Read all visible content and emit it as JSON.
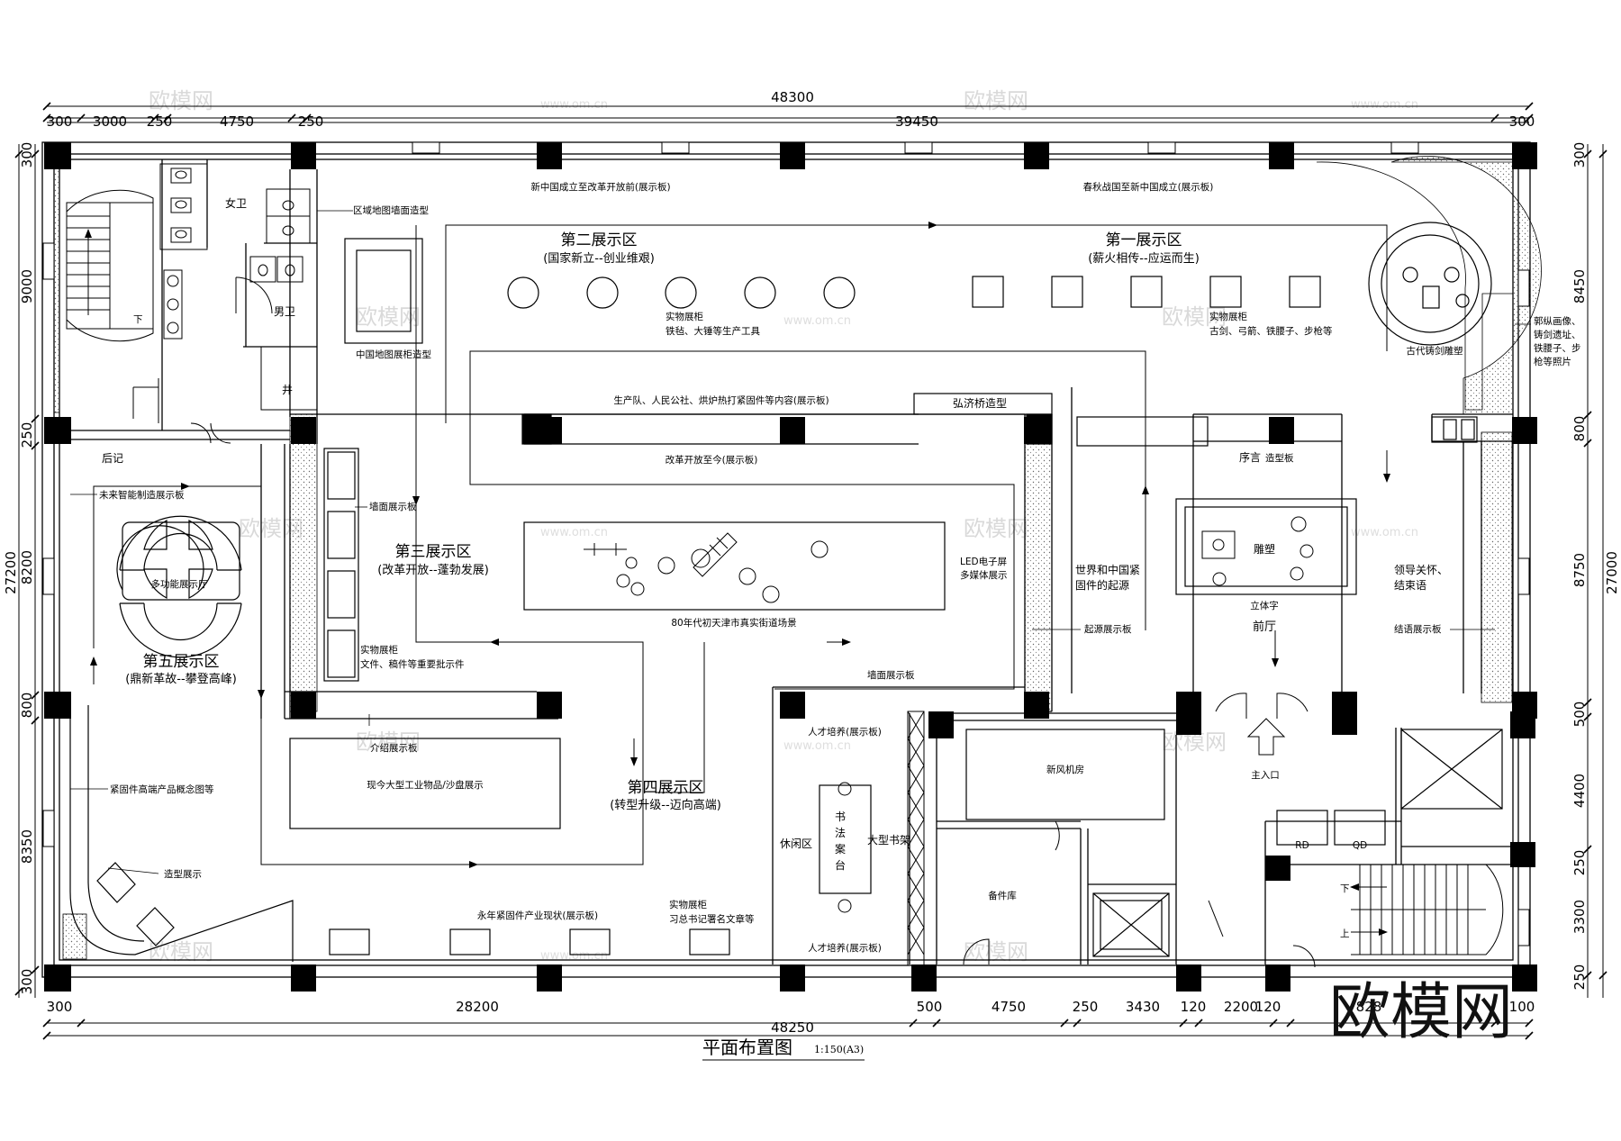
{
  "title": "平面布置图",
  "scale": "1:150(A3)",
  "watermark": "欧模网",
  "watermark_url": "www.om.cn",
  "dims": {
    "top_total": "48300",
    "top": [
      "300",
      "3000",
      "250",
      "4750",
      "250",
      "39450",
      "300"
    ],
    "bottom_total": "48250",
    "bottom": [
      "300",
      "28200",
      "500",
      "4750",
      "250",
      "3430",
      "120",
      "2200",
      "120",
      "828",
      "100"
    ],
    "left_total": "27200",
    "left": [
      "300",
      "9000",
      "250",
      "8200",
      "800",
      "8350",
      "300"
    ],
    "right_total": "27000",
    "right": [
      "300",
      "8450",
      "800",
      "8750",
      "500",
      "4400",
      "250",
      "3300",
      "250"
    ]
  },
  "zones": {
    "zone1": {
      "title": "第一展示区",
      "sub": "(薪火相传--应运而生)"
    },
    "zone2": {
      "title": "第二展示区",
      "sub": "(国家新立--创业维艰)"
    },
    "zone3": {
      "title": "第三展示区",
      "sub": "(改革开放--蓬勃发展)"
    },
    "zone4": {
      "title": "第四展示区",
      "sub": "(转型升级--迈向高端)"
    },
    "zone5": {
      "title": "第五展示区",
      "sub": "(鼎新革故--攀登高峰)"
    }
  },
  "labels": {
    "board_new_china": "新中国成立至改革开放前(展示板)",
    "board_spring_autumn": "春秋战国至新中国成立(展示板)",
    "regional_map_wall": "区域地图墙面造型",
    "china_map_cabinet": "中国地图展柜造型",
    "cabinet1_a": "实物展柜",
    "cabinet1_b": "古剑、弓箭、铁腰子、步枪等",
    "cabinet2_a": "实物展柜",
    "cabinet2_b": "铁毡、大锤等生产工具",
    "ancient_sculpture": "古代铸剑雕塑",
    "right_note": [
      "郭纵画像、",
      "铸剑遗址、",
      "铁腰子、步",
      "枪等照片"
    ],
    "production_board": "生产队、人民公社、烘炉热打紧固件等内容(展示板)",
    "hongji_bridge": "弘济桥造型",
    "reform_board": "改革开放至今(展示板)",
    "preface": "序言",
    "preface_board": "造型板",
    "sculpture": "雕塑",
    "3d_text": "立体字",
    "lobby": "前厅",
    "origin_a": "世界和中国紧",
    "origin_b": "固件的起源",
    "origin_board": "起源展示板",
    "leaders_a": "领导关怀、",
    "leaders_b": "结束语",
    "ending_board": "结语展示板",
    "led_a": "LED电子屏",
    "led_b": "多媒体展示",
    "tianjin_scene": "80年代初天津市真实街道场景",
    "wall_board_3": "墙面展示板",
    "cabinet3_a": "实物展柜",
    "cabinet3_b": "文件、稿件等重要批示件",
    "wall_board_4": "墙面展示板",
    "intro_board": "介绍展示板",
    "industrial_display": "现今大型工业物品/沙盘展示",
    "talent_board_top": "人才培养(展示板)",
    "talent_board_bottom": "人才培养(展示板)",
    "leisure": "休闲区",
    "calligraphy": [
      "书",
      "法",
      "案",
      "台"
    ],
    "bookshelf": "大型书架",
    "yongnian_board": "永年紧固件产业现状(展示板)",
    "cabinet5_a": "实物展柜",
    "cabinet5_b": "习总书记署名文章等",
    "fresh_air": "新风机房",
    "storage": "备件库",
    "main_entrance": "主入口",
    "rd": "RD",
    "qd": "QD",
    "postscript": "后记",
    "future_board": "未来智能制造展示板",
    "multi_hall": "多功能展示厅",
    "concept_board": "紧固件高端产品概念图等",
    "shape_display": "造型展示",
    "female_wc": "女卫",
    "male_wc": "男卫",
    "shaft": "井",
    "down": "下",
    "up": "上",
    "down2": "下"
  }
}
